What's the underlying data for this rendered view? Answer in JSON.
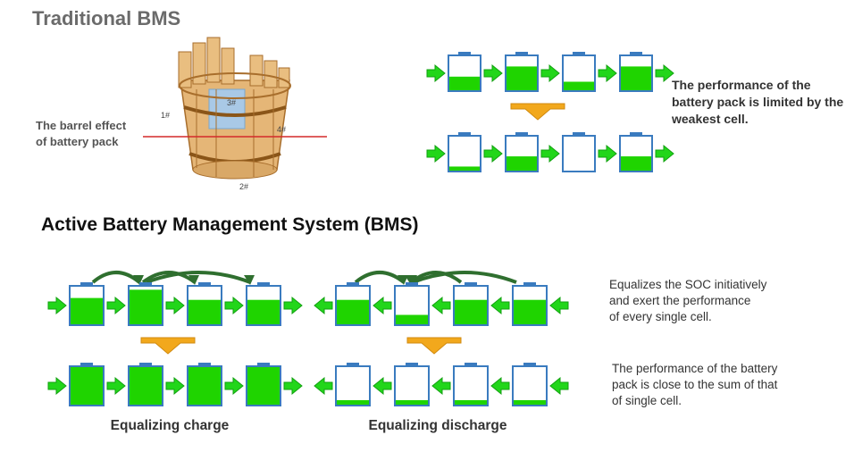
{
  "header": {
    "traditional_title": "Traditional BMS",
    "active_title": "Active Battery Management System (BMS)"
  },
  "barrel": {
    "label_line1": "The barrel effect",
    "label_line2": "of battery pack",
    "tags": [
      "1#",
      "3#",
      "4#",
      "2#"
    ]
  },
  "traditional": {
    "note": "The performance of the battery pack is limited by the weakest cell.",
    "before_levels": [
      0.4,
      0.7,
      0.25,
      0.7
    ],
    "after_levels": [
      0.12,
      0.42,
      0.0,
      0.42
    ]
  },
  "equalizing_charge": {
    "caption": "Equalizing charge",
    "before_levels": [
      0.7,
      0.92,
      0.65,
      0.65
    ],
    "after_levels": [
      1.0,
      1.0,
      1.0,
      1.0
    ]
  },
  "equalizing_discharge": {
    "caption": "Equalizing discharge",
    "before_levels": [
      0.65,
      0.25,
      0.65,
      0.65
    ],
    "after_levels": [
      0.12,
      0.12,
      0.12,
      0.12
    ]
  },
  "notes": {
    "active_line1": "Equalizes the SOC initiatively",
    "active_line2": "and exert the performance",
    "active_line3": "of every single cell.",
    "sum_line1": "The performance of the battery",
    "sum_line2": "pack is close to the sum of that",
    "sum_line3": "of single cell."
  },
  "colors": {
    "cell_fill": "#1fd400",
    "cell_border": "#3a7bbf",
    "arrow_green": "#22d61a",
    "arrow_orange": "#f2a81c",
    "curve_arrow": "#2f6f2f",
    "red_line": "#d42a2a"
  },
  "icons": [
    "green-right-arrow-icon",
    "green-left-arrow-icon",
    "down-arrow-icon",
    "curved-arrow-icon"
  ]
}
